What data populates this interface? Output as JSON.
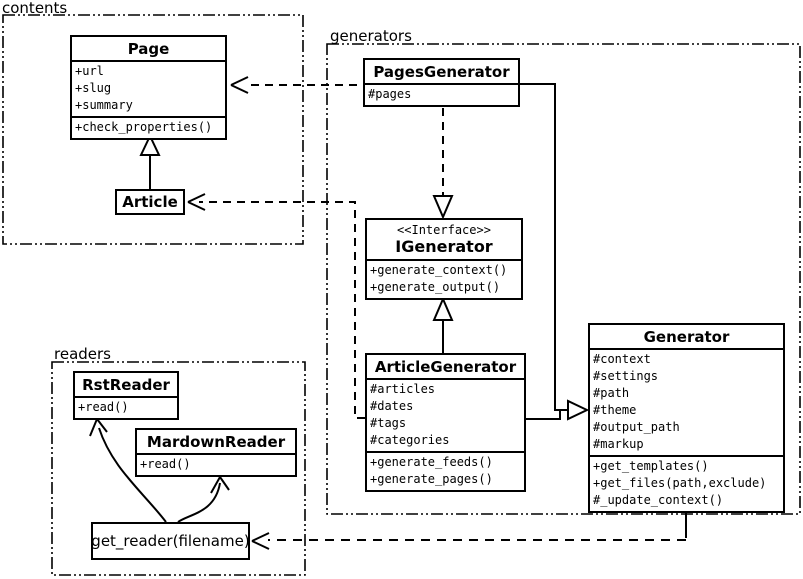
{
  "diagram": {
    "kind": "uml-class-diagram",
    "colors": {
      "line": "#000000",
      "background": "#ffffff"
    }
  },
  "packages": {
    "contents": {
      "label": "contents"
    },
    "generators": {
      "label": "generators"
    },
    "readers": {
      "label": "readers"
    }
  },
  "classes": {
    "page": {
      "name": "Page",
      "attributes": [
        "+url",
        "+slug",
        "+summary"
      ],
      "methods": [
        "+check_properties()"
      ]
    },
    "article": {
      "name": "Article"
    },
    "pages_generator": {
      "name": "PagesGenerator",
      "attributes": [
        "#pages"
      ]
    },
    "igenerator": {
      "stereotype": "<<Interface>>",
      "name": "IGenerator",
      "methods": [
        "+generate_context()",
        "+generate_output()"
      ]
    },
    "article_generator": {
      "name": "ArticleGenerator",
      "attributes": [
        "#articles",
        "#dates",
        "#tags",
        "#categories"
      ],
      "methods": [
        "+generate_feeds()",
        "+generate_pages()"
      ]
    },
    "generator": {
      "name": "Generator",
      "attributes": [
        "#context",
        "#settings",
        "#path",
        "#theme",
        "#output_path",
        "#markup"
      ],
      "methods": [
        "+get_templates()",
        "+get_files(path,exclude)",
        "#_update_context()"
      ]
    },
    "rst_reader": {
      "name": "RstReader",
      "methods": [
        "+read()"
      ]
    },
    "mardown_reader": {
      "name": "MardownReader",
      "methods": [
        "+read()"
      ]
    },
    "get_reader": {
      "label": "get_reader(filename)"
    }
  },
  "edges": [
    {
      "from": "Article",
      "to": "Page",
      "type": "inheritance"
    },
    {
      "from": "PagesGenerator",
      "to": "Page",
      "type": "dependency"
    },
    {
      "from": "ArticleGenerator",
      "to": "Article",
      "type": "dependency"
    },
    {
      "from": "PagesGenerator",
      "to": "IGenerator",
      "type": "realization"
    },
    {
      "from": "ArticleGenerator",
      "to": "IGenerator",
      "type": "inheritance"
    },
    {
      "from": "PagesGenerator",
      "to": "Generator",
      "type": "inheritance"
    },
    {
      "from": "ArticleGenerator",
      "to": "Generator",
      "type": "inheritance"
    },
    {
      "from": "Generator",
      "to": "get_reader(filename)",
      "type": "dependency"
    },
    {
      "from": "get_reader(filename)",
      "to": "RstReader",
      "type": "dependency"
    },
    {
      "from": "get_reader(filename)",
      "to": "MardownReader",
      "type": "dependency"
    }
  ]
}
